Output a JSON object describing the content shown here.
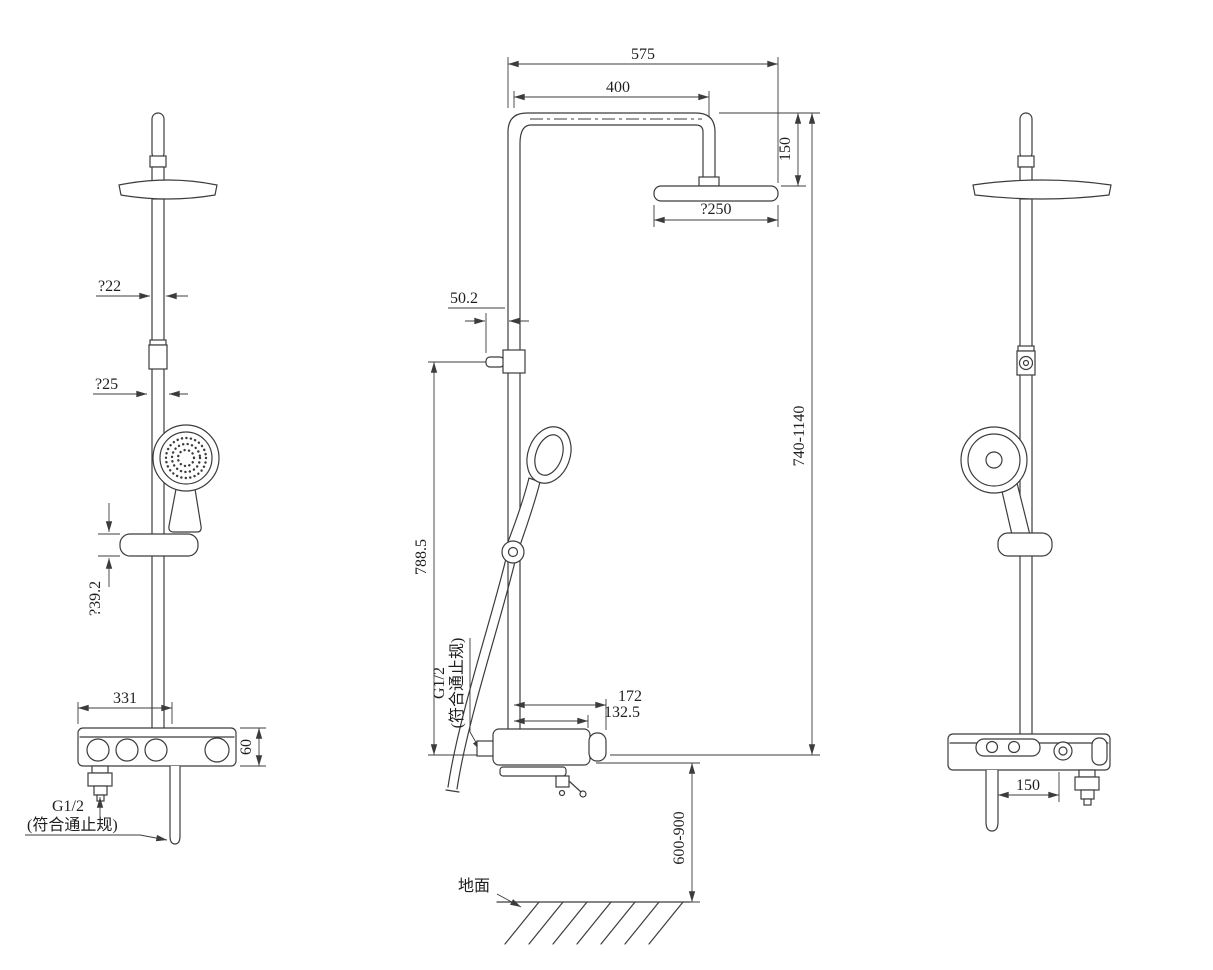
{
  "drawing": {
    "left": {
      "dia22": "?22",
      "dia25": "?25",
      "dia39_2": "?39.2",
      "w331": "331",
      "h60": "60",
      "thread": "G1/2",
      "thread_note": "(符合通止规)"
    },
    "front": {
      "w575": "575",
      "w400": "400",
      "h150": "150",
      "dia250": "?250",
      "off50_2": "50.2",
      "h740_1140": "740-1140",
      "h788_5": "788.5",
      "thread": "G1/2",
      "thread_note": "(符合通止规)",
      "w172": "172",
      "w132_5": "132.5",
      "h600_900": "600-900",
      "ground": "地面"
    },
    "right": {
      "w150": "150"
    }
  }
}
